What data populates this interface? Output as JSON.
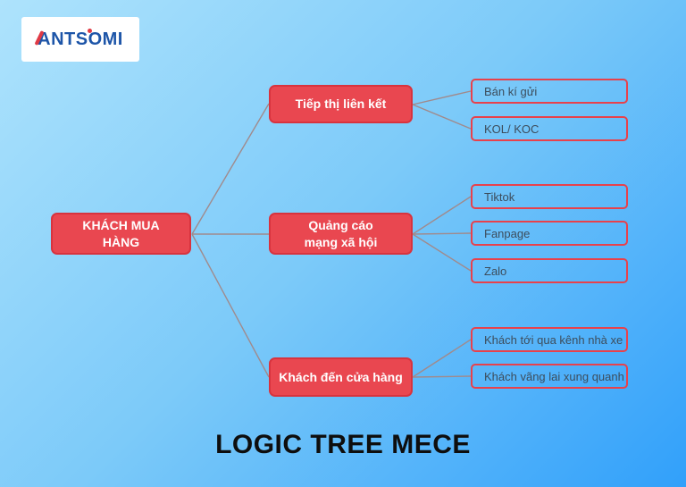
{
  "logo": {
    "text": "ANTSOMI"
  },
  "title": "LOGIC TREE MECE",
  "colors": {
    "bg_from": "#aee3fc",
    "bg_to": "#31a0fa",
    "node_fill": "#e94750",
    "node_border": "#d8333e",
    "leaf_border": "#e8414b",
    "leaf_text": "#3d4d5c",
    "line": "#a08a8c",
    "logo_blue": "#1d55a8",
    "logo_red": "#e03a45"
  },
  "tree": {
    "root": {
      "label": "KHÁCH MUA\nHÀNG"
    },
    "branches": [
      {
        "label": "Tiếp thị liên kết",
        "children": [
          "Bán kí gửi",
          "KOL/ KOC"
        ]
      },
      {
        "label": "Quảng cáo\nmạng xã hội",
        "children": [
          "Tiktok",
          "Fanpage",
          "Zalo"
        ]
      },
      {
        "label": "Khách đến cửa hàng",
        "children": [
          "Khách tới qua kênh nhà xe",
          "Khách vãng lai xung quanh"
        ]
      }
    ]
  }
}
